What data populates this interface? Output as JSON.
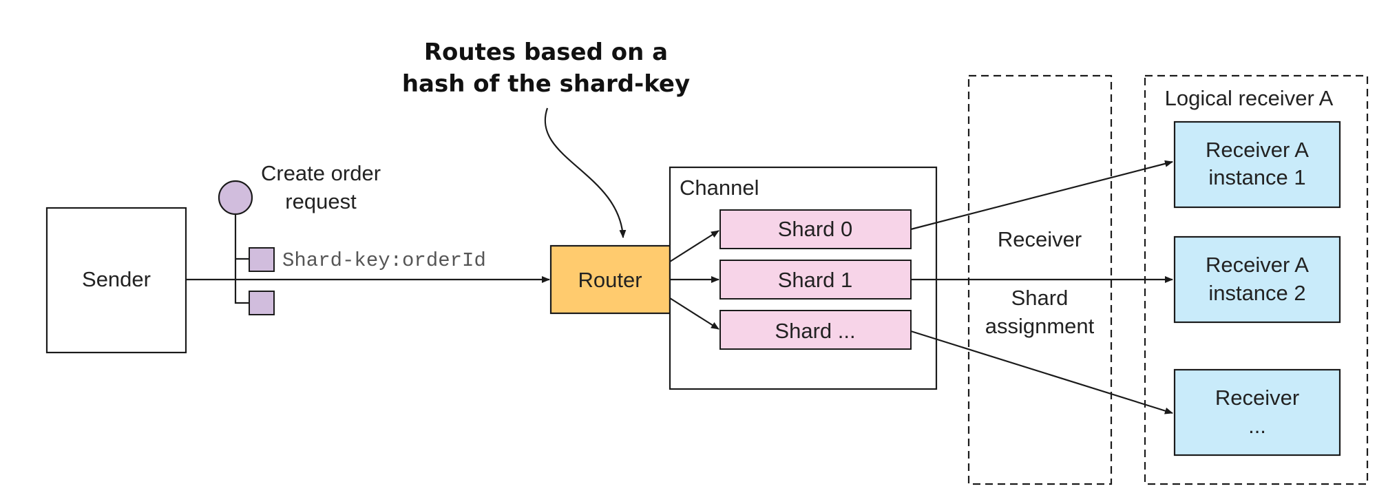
{
  "callout": {
    "line1": "Routes based on a",
    "line2": "hash of the shard-key"
  },
  "sender": {
    "label": "Sender"
  },
  "message": {
    "line1": "Create order",
    "line2": "request",
    "shard_key": "Shard-key:orderId"
  },
  "router": {
    "label": "Router"
  },
  "channel": {
    "title": "Channel",
    "shards": [
      "Shard 0",
      "Shard 1",
      "Shard ..."
    ]
  },
  "assignment": {
    "line1": "Receiver",
    "line2": "Shard",
    "line3": "assignment"
  },
  "logical_receiver": {
    "title": "Logical receiver A",
    "instances": [
      {
        "line1": "Receiver A",
        "line2": "instance 1"
      },
      {
        "line1": "Receiver A",
        "line2": "instance 2"
      },
      {
        "line1": "Receiver",
        "line2": "..."
      }
    ]
  },
  "colors": {
    "router_fill": "#FFCB6E",
    "shard_fill": "#F7D4E8",
    "receiver_fill": "#C9EBFA",
    "message_fill": "#D1BDDD",
    "stroke": "#1a1a1a"
  }
}
